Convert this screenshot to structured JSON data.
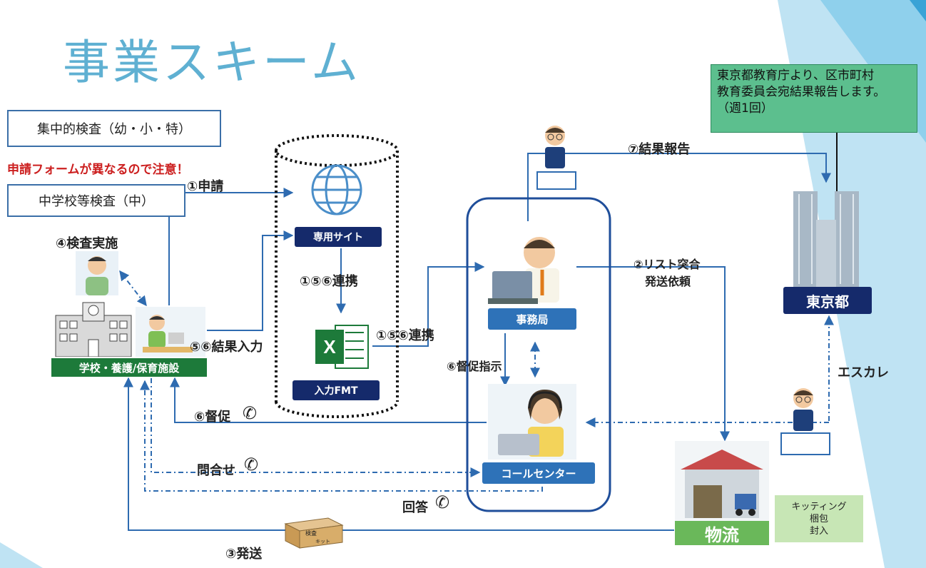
{
  "title": "事業スキーム",
  "box_intensive": "集中的検査（幼・小・特）",
  "warning": "申請フォームが異なるので注意！",
  "box_middle": "中学校等検査（中）",
  "steps": {
    "apply": "①申請",
    "test": "④検査実施",
    "site_link": "①⑤⑥連携",
    "fmt_link": "①⑤⑥連携",
    "result_input": "⑤⑥結果入力",
    "result_report": "⑦結果報告",
    "list_check_1": "②リスト突合",
    "list_check_2": "発送依頼",
    "urge_order": "⑥督促指示",
    "urge": "⑥督促",
    "inquiry": "問合せ",
    "answer": "回答",
    "ship": "③発送",
    "escalate": "エスカレ"
  },
  "labels": {
    "site": "専用サイト",
    "fmt": "入力FMT",
    "school": "学校・養護/保育施設",
    "office": "事務局",
    "callcenter": "コールセンター",
    "tokyo": "東京都",
    "logistics": "物流"
  },
  "tokyo_note": [
    "東京都教育庁より、区市町村",
    "教育委員会宛結果報告します。",
    "（週1回）"
  ],
  "kitting": [
    "キッティング",
    "梱包",
    "封入"
  ],
  "package_text": [
    "検査",
    "キット"
  ],
  "colors": {
    "title": "#5fb0d2",
    "arrow": "#2e6bb0",
    "navy": "#152a6b",
    "green": "#1d7a3a",
    "warning": "#cc1f1f"
  }
}
